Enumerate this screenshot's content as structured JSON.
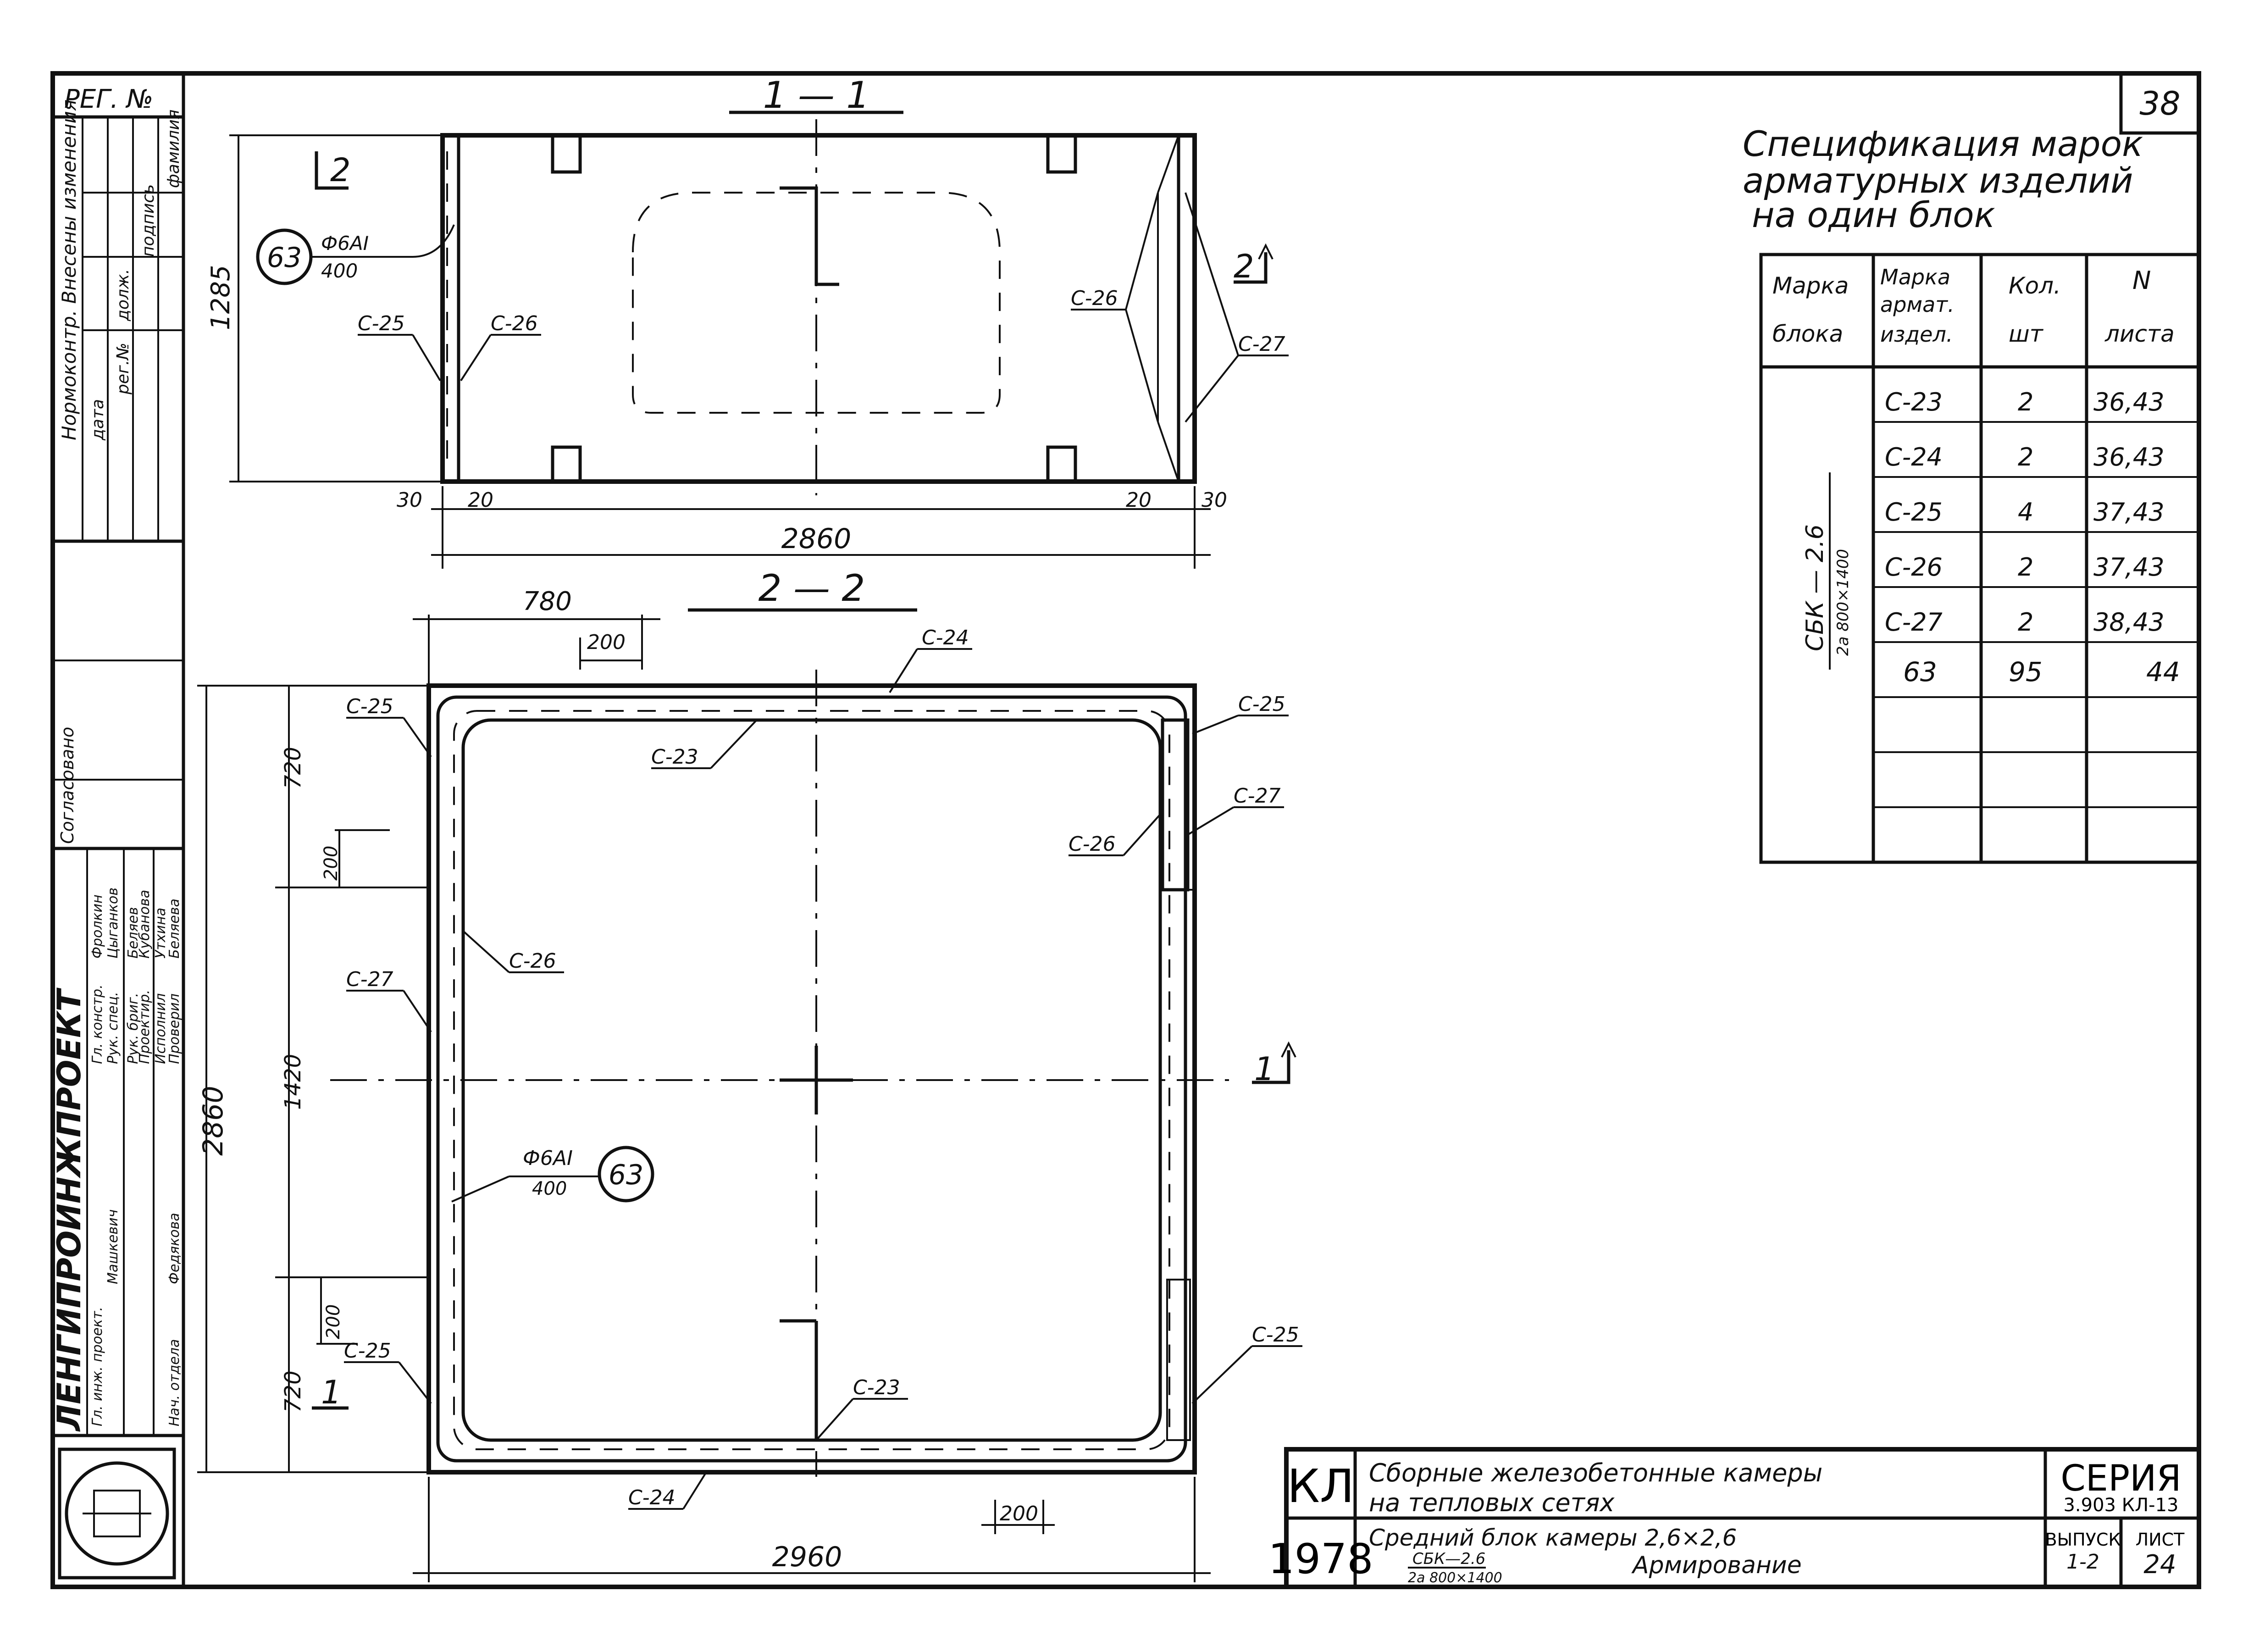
{
  "sheet_number": "38",
  "reg_no": "РЕГ. №",
  "side_block": {
    "changes_header": "Нормоконтр. Внесены изменения",
    "changes_cols": [
      "дата",
      "рег.№",
      "долж.",
      "подпись",
      "фамилия"
    ],
    "approved": "Согласовано",
    "org": "ЛЕНГИПРОИНЖПРОЕКТ",
    "roles": [
      "Гл. констр.",
      "Рук. спец.",
      "Гл. инж. проект.",
      "Рук. бриг.",
      "Проектир.",
      "Исполнил",
      "Проверил",
      "Нач. отдела"
    ],
    "names": [
      "Фролкин",
      "Цыганков",
      "Беляев",
      "Кубанова",
      "Утхина",
      "Беляева",
      "Машкевич",
      "Федякова"
    ]
  },
  "section_top": {
    "label": "1 — 1",
    "cut_mark_left": "2",
    "cut_mark_right": "2",
    "dim_height": "1285",
    "dim_width": "2860",
    "dims_small": [
      "30",
      "20",
      "20",
      "30"
    ],
    "callout_num": "63",
    "callout_bar": "Ф6АI",
    "callout_step": "400",
    "labels": [
      "С-25",
      "С-26",
      "С-26",
      "С-27"
    ]
  },
  "plan": {
    "label": "2 — 2",
    "dims_top": [
      "780",
      "200"
    ],
    "dims_left": [
      "720",
      "200",
      "1420",
      "200",
      "720"
    ],
    "dim_overall_height": "2860",
    "dim_bottom_small": "200",
    "dim_overall_width": "2960",
    "cut_mark_left": "1",
    "cut_mark_right": "1",
    "callout_num": "63",
    "callout_bar": "Ф6АI",
    "callout_step": "400",
    "labels": {
      "top": "С-24",
      "top_right": "С-25",
      "inner_top": "С-23",
      "left_top": "С-25",
      "right_mid1": "С-27",
      "right_mid2": "С-26",
      "left_mid": "С-27",
      "inner_left": "С-26",
      "right_bottom": "С-25",
      "left_bottom": "С-25",
      "inner_bottom": "С-23",
      "bottom": "С-24"
    }
  },
  "spec": {
    "title_lines": [
      "Спецификация марок",
      "арматурных изделий",
      "на один блок"
    ],
    "headers": [
      [
        "Марка",
        "блока"
      ],
      [
        "Марка",
        "армат.",
        "издел."
      ],
      [
        "Кол.",
        "шт"
      ],
      [
        "N",
        "листа"
      ]
    ],
    "block_mark": "СБК — 2.6",
    "block_sub": "2а 800×1400",
    "rows": [
      [
        "С-23",
        "2",
        "36,43"
      ],
      [
        "С-24",
        "2",
        "36,43"
      ],
      [
        "С-25",
        "4",
        "37,43"
      ],
      [
        "С-26",
        "2",
        "37,43"
      ],
      [
        "С-27",
        "2",
        "38,43"
      ],
      [
        "63",
        "95",
        "44"
      ],
      [
        "",
        "",
        ""
      ],
      [
        "",
        "",
        ""
      ],
      [
        "",
        "",
        ""
      ]
    ]
  },
  "title_block": {
    "code": "КЛ",
    "year": "1978",
    "project_line1": "Сборные железобетонные камеры",
    "project_line2": "на тепловых сетях",
    "sheet_line1": "Средний блок камеры 2,6×2,6",
    "sheet_mark": "СБК—2.6",
    "sheet_mark_sub": "2а 800×1400",
    "sheet_line2": "Армирование",
    "series_label": "СЕРИЯ",
    "series_value": "3.903 КЛ-13",
    "issue_label": "ВЫПУСК",
    "issue_value": "1-2",
    "sheet_label": "ЛИСТ",
    "sheet_value": "24"
  }
}
